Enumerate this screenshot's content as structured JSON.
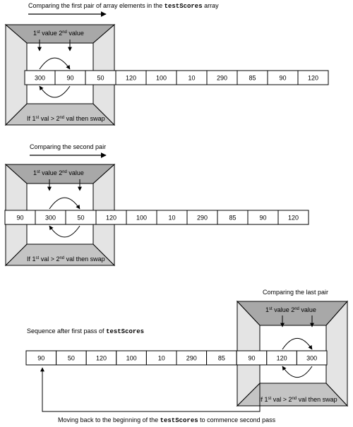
{
  "captions": {
    "first_prefix": "Comparing the first pair of array elements in the ",
    "first_code": "testScores",
    "first_suffix": " array",
    "second": "Comparing the second pair",
    "last": "Comparing the last pair",
    "sequence_prefix": "Sequence after first pass of ",
    "sequence_code": "testScores",
    "moving_prefix": "Moving back to the beginning of the ",
    "moving_code": "testScores",
    "moving_suffix": " to commence second pass"
  },
  "box_labels": {
    "first": "1",
    "st": "st",
    "value": " value 2",
    "nd": "nd",
    "value2": " value",
    "if": "If 1",
    "cond": " val > 2",
    "then": " val then swap"
  },
  "arrays": {
    "pass_step1": [
      "300",
      "90",
      "50",
      "120",
      "100",
      "10",
      "290",
      "85",
      "90",
      "120"
    ],
    "pass_step2": [
      "90",
      "300",
      "50",
      "120",
      "100",
      "10",
      "290",
      "85",
      "90",
      "120"
    ],
    "after_pass": [
      "90",
      "50",
      "120",
      "100",
      "10",
      "290",
      "85",
      "90",
      "120",
      "300"
    ]
  },
  "colors": {
    "trap_top": "#a8a8a8",
    "trap_bottom": "#c4c4c4",
    "trap_side": "#e4e4e4",
    "line": "#000000"
  }
}
